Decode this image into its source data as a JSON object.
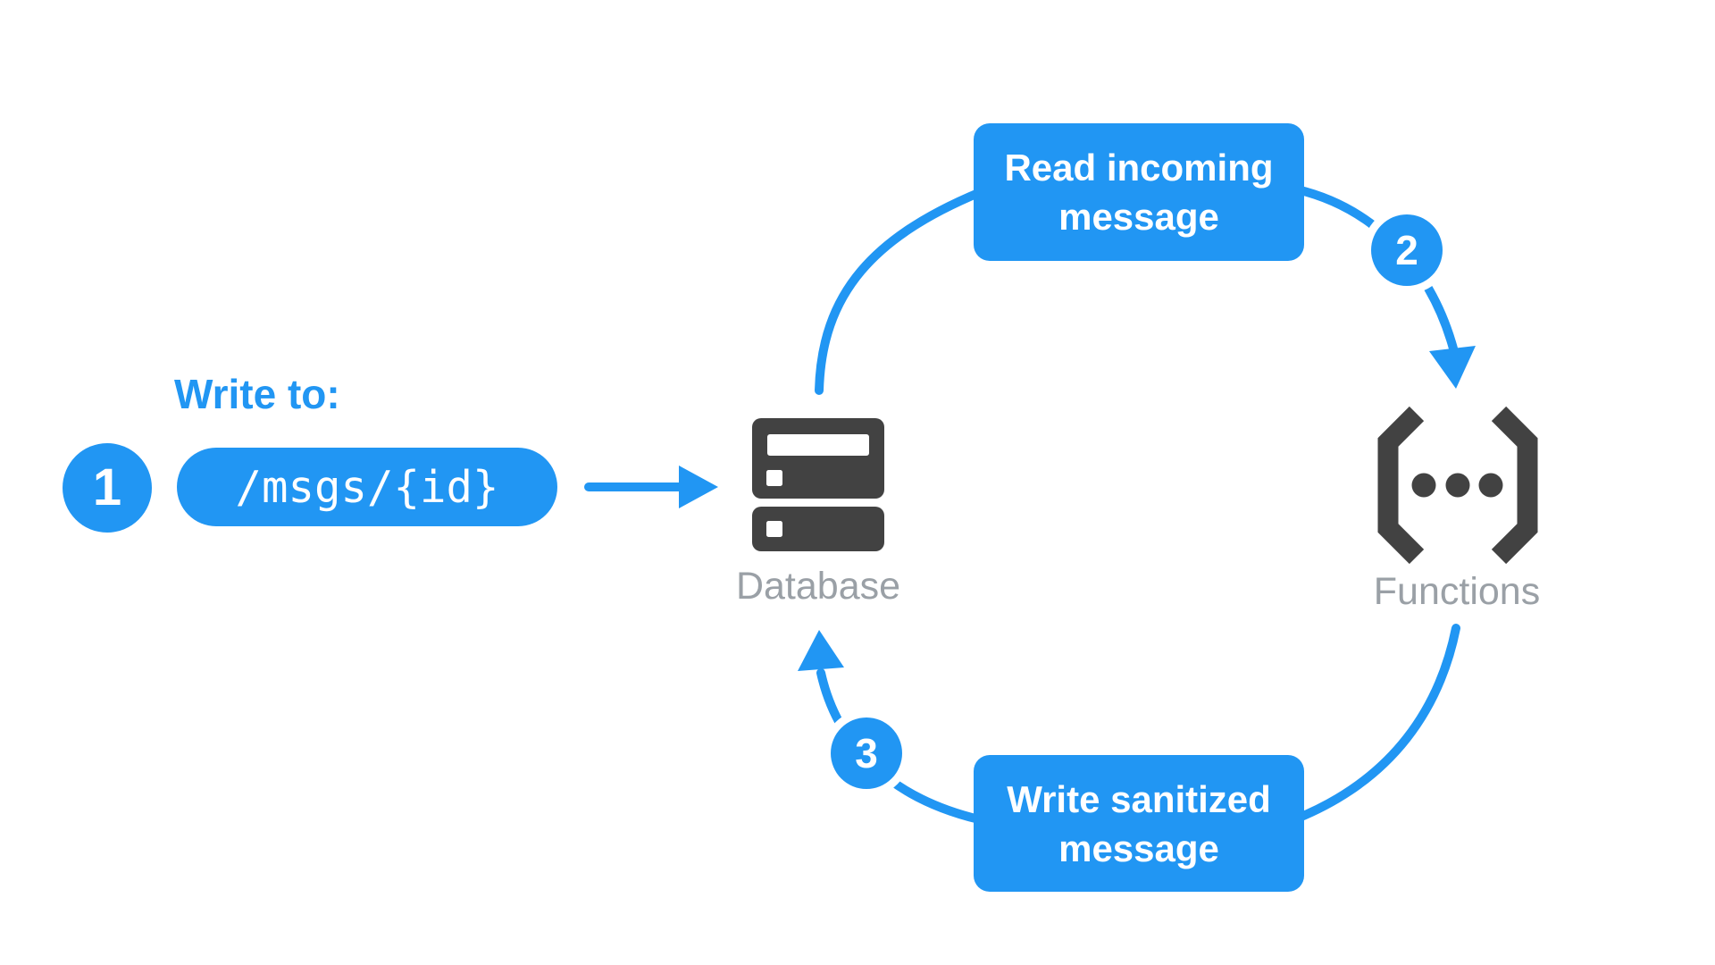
{
  "flow": {
    "write_to_label": "Write to:",
    "path_pill": "/msgs/{id}",
    "steps": [
      {
        "number": "1"
      },
      {
        "number": "2"
      },
      {
        "number": "3"
      }
    ],
    "nodes": {
      "database": "Database",
      "functions": "Functions"
    },
    "actions": {
      "read": {
        "line1": "Read incoming",
        "line2": "message"
      },
      "write": {
        "line1": "Write sanitized",
        "line2": "message"
      }
    },
    "colors": {
      "accent_blue": "#2196F3",
      "icon_dark": "#424242",
      "label_gray": "#9AA0A6",
      "text_on_blue": "#ffffff"
    }
  }
}
